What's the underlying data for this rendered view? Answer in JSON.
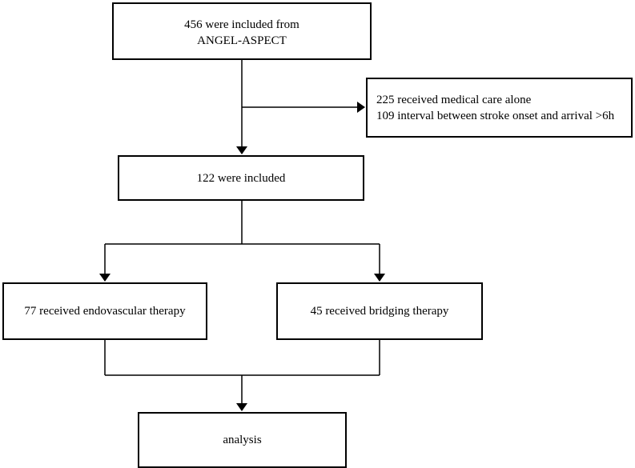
{
  "flowchart": {
    "included_from": {
      "line1": "456 were included from",
      "line2": "ANGEL-ASPECT"
    },
    "excluded": {
      "line1": "225 received medical care alone",
      "line2": "109 interval between stroke onset and arrival >6h"
    },
    "included": {
      "text": "122 were included"
    },
    "endovascular": {
      "text": "77 received endovascular therapy"
    },
    "bridging": {
      "text": "45 received bridging therapy"
    },
    "analysis": {
      "text": "analysis"
    }
  }
}
